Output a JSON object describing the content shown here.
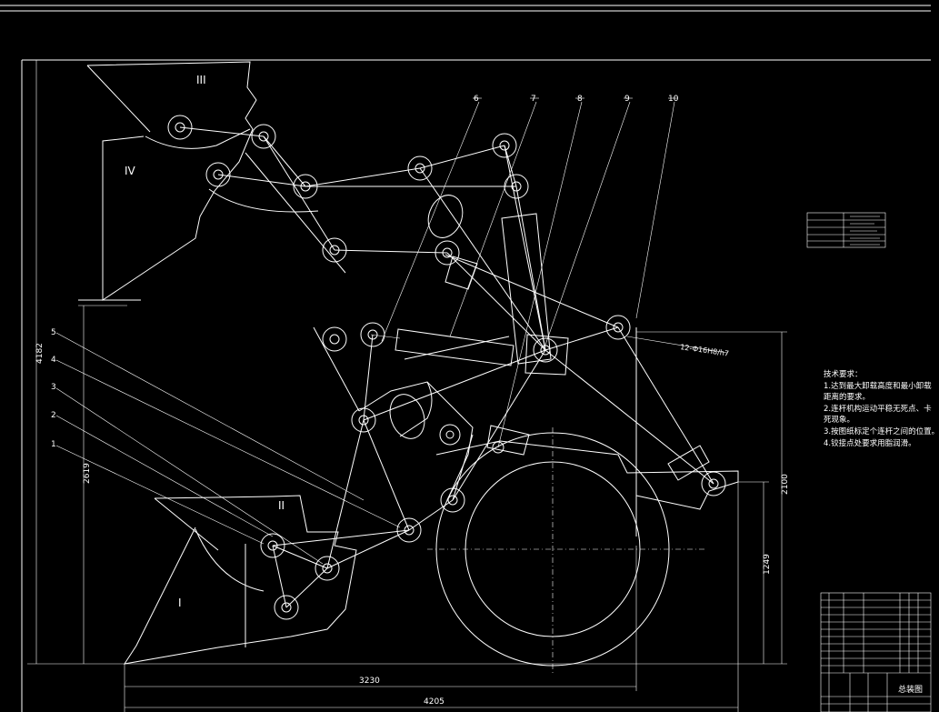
{
  "drawing": {
    "region_labels": [
      "I",
      "II",
      "III",
      "IV"
    ],
    "callouts": [
      "1",
      "2",
      "3",
      "4",
      "5",
      "6",
      "7",
      "8",
      "9",
      "10"
    ],
    "dimensions": {
      "overall_height": "4182",
      "left_height": "2619",
      "right_height": "2100",
      "wheel_height": "1249",
      "wheelbase": "3230",
      "overall_length": "4205"
    },
    "cylinder_note": "12-Ф16H8/h7"
  },
  "technical_requirements": {
    "title": "技术要求：",
    "items": [
      "1.达到最大卸载高度和最小卸载",
      "距离的要求。",
      "2.连杆机构运动平稳无死点、卡",
      "死现象。",
      "3.按图纸标定个连杆之间的位置。",
      "4.铰接点处要求用脂润滑。"
    ]
  },
  "title_block": {
    "title": "总装图"
  }
}
